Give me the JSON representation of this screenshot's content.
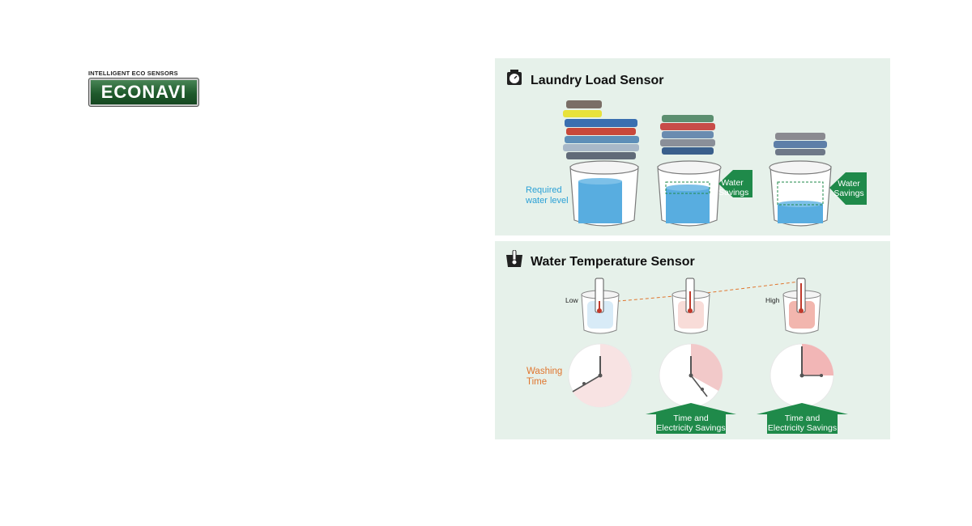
{
  "logo": {
    "tagline": "INTELLIGENT ECO SENSORS",
    "name": "ECONAVI"
  },
  "load_sensor": {
    "title": "Laundry Load Sensor",
    "required_water_level": "Required water level",
    "savings_label": "Water Savings",
    "icon": "scale-icon"
  },
  "temp_sensor": {
    "title": "Water Temperature Sensor",
    "low": "Low",
    "high": "High",
    "washing_time": "Washing Time",
    "savings_label": "Time and Electricity Savings",
    "icon": "tub-thermometer-icon"
  },
  "colors": {
    "panel_bg": "#e6f1ea",
    "water_blue": "#58ade0",
    "savings_green": "#1f8a4a",
    "accent_orange": "#e0762f",
    "time_pink": "#f2c9c9"
  }
}
